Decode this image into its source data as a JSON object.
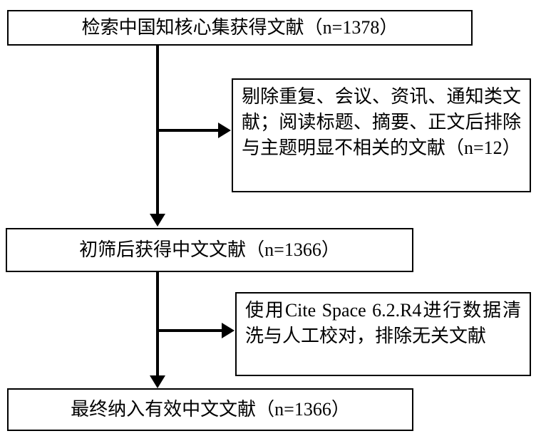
{
  "flowchart": {
    "box_search": {
      "label": "检索中国知核心集获得文献（n=1378）"
    },
    "box_exclude1": {
      "label": "剔除重复、会议、资讯、通知类文献；阅读标题、摘要、正文后排除与主题明显不相关的文献（n=12）"
    },
    "box_screened": {
      "label": "初筛后获得中文文献（n=1366）"
    },
    "box_exclude2": {
      "label": "使用Cite Space 6.2.R4进行数据清洗与人工校对，排除无关文献"
    },
    "box_final": {
      "label": "最终纳入有效中文文献（n=1366）"
    },
    "colors": {
      "line": "#000000",
      "box_border": "#000000",
      "background": "#ffffff"
    }
  }
}
